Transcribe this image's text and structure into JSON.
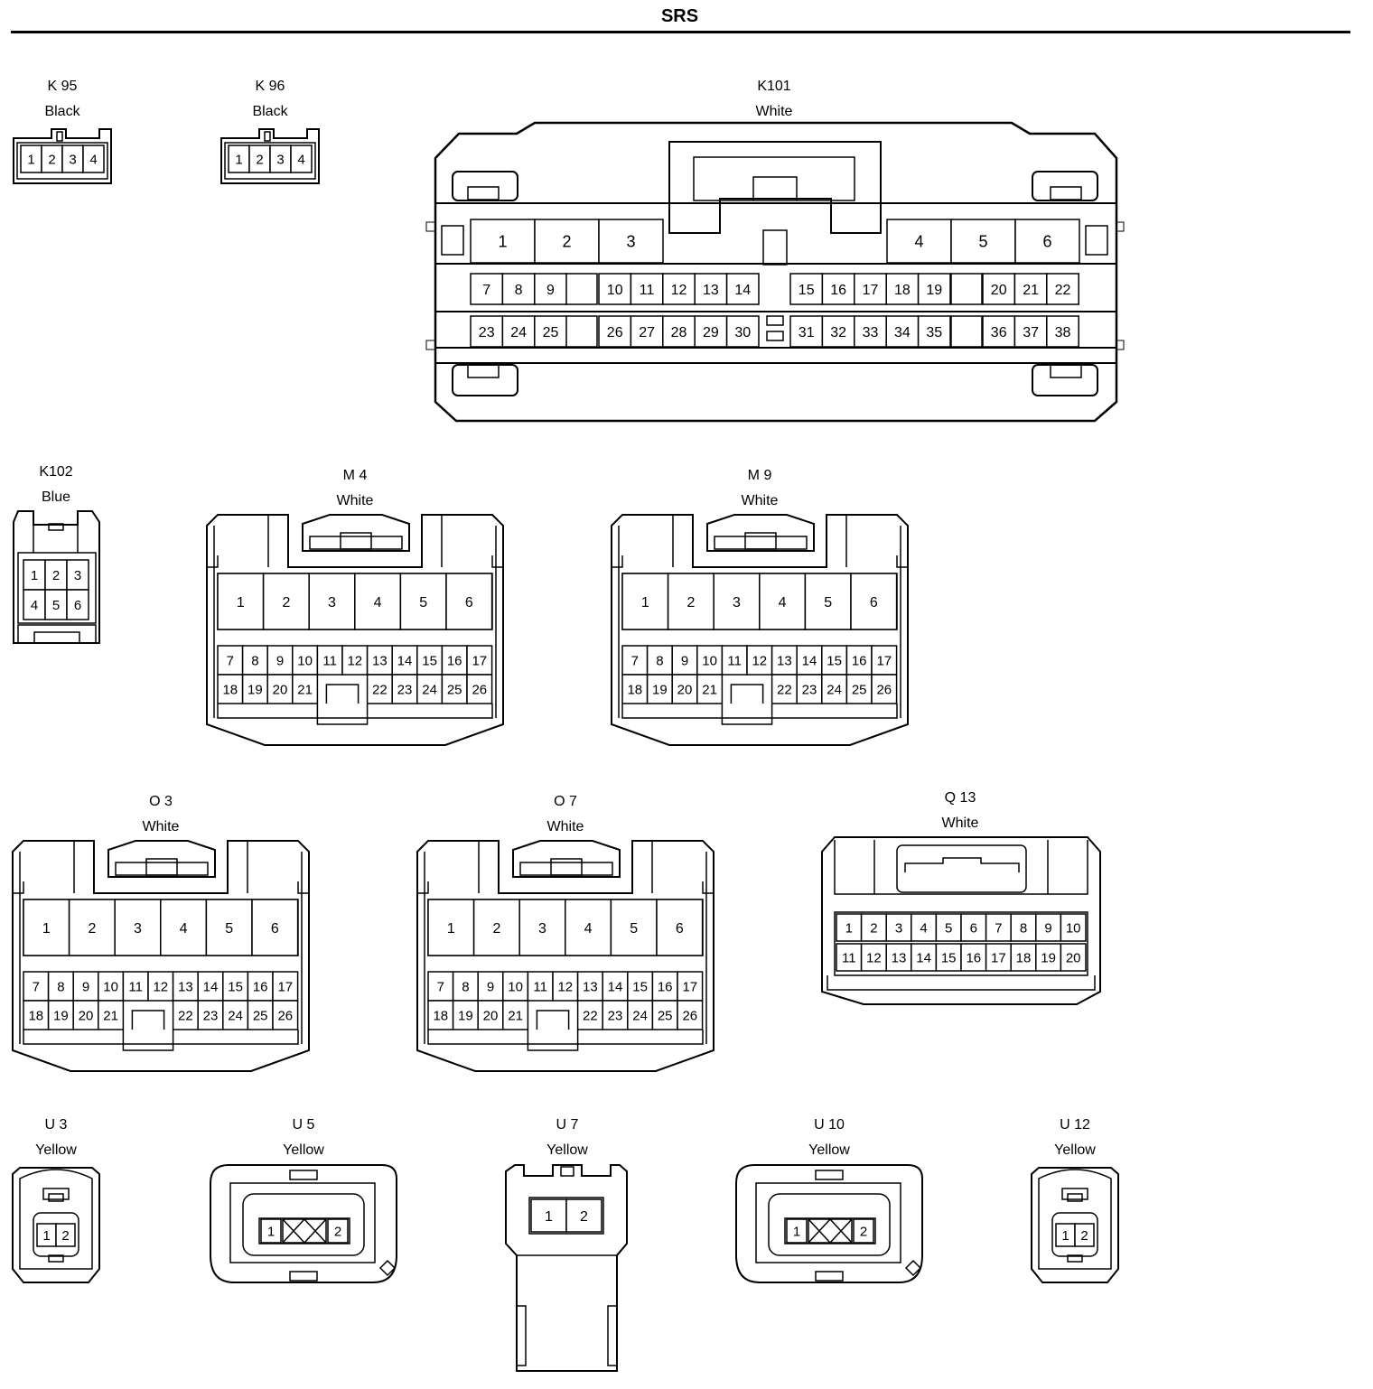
{
  "title": "SRS",
  "connectors": [
    {
      "id": "K 95",
      "color": "Black",
      "pins": [
        "1",
        "2",
        "3",
        "4"
      ]
    },
    {
      "id": "K 96",
      "color": "Black",
      "pins": [
        "1",
        "2",
        "3",
        "4"
      ]
    },
    {
      "id": "K101",
      "color": "White",
      "pins": [
        "1",
        "2",
        "3",
        "4",
        "5",
        "6",
        "7",
        "8",
        "9",
        "10",
        "11",
        "12",
        "13",
        "14",
        "15",
        "16",
        "17",
        "18",
        "19",
        "20",
        "21",
        "22",
        "23",
        "24",
        "25",
        "26",
        "27",
        "28",
        "29",
        "30",
        "31",
        "32",
        "33",
        "34",
        "35",
        "36",
        "37",
        "38"
      ]
    },
    {
      "id": "K102",
      "color": "Blue",
      "pins": [
        "1",
        "2",
        "3",
        "4",
        "5",
        "6"
      ]
    },
    {
      "id": "M 4",
      "color": "White",
      "pins": [
        "1",
        "2",
        "3",
        "4",
        "5",
        "6",
        "7",
        "8",
        "9",
        "10",
        "11",
        "12",
        "13",
        "14",
        "15",
        "16",
        "17",
        "18",
        "19",
        "20",
        "21",
        "22",
        "23",
        "24",
        "25",
        "26"
      ]
    },
    {
      "id": "M 9",
      "color": "White",
      "pins": [
        "1",
        "2",
        "3",
        "4",
        "5",
        "6",
        "7",
        "8",
        "9",
        "10",
        "11",
        "12",
        "13",
        "14",
        "15",
        "16",
        "17",
        "18",
        "19",
        "20",
        "21",
        "22",
        "23",
        "24",
        "25",
        "26"
      ]
    },
    {
      "id": "O 3",
      "color": "White",
      "pins": [
        "1",
        "2",
        "3",
        "4",
        "5",
        "6",
        "7",
        "8",
        "9",
        "10",
        "11",
        "12",
        "13",
        "14",
        "15",
        "16",
        "17",
        "18",
        "19",
        "20",
        "21",
        "22",
        "23",
        "24",
        "25",
        "26"
      ]
    },
    {
      "id": "O 7",
      "color": "White",
      "pins": [
        "1",
        "2",
        "3",
        "4",
        "5",
        "6",
        "7",
        "8",
        "9",
        "10",
        "11",
        "12",
        "13",
        "14",
        "15",
        "16",
        "17",
        "18",
        "19",
        "20",
        "21",
        "22",
        "23",
        "24",
        "25",
        "26"
      ]
    },
    {
      "id": "Q 13",
      "color": "White",
      "pins": [
        "1",
        "2",
        "3",
        "4",
        "5",
        "6",
        "7",
        "8",
        "9",
        "10",
        "11",
        "12",
        "13",
        "14",
        "15",
        "16",
        "17",
        "18",
        "19",
        "20"
      ]
    },
    {
      "id": "U 3",
      "color": "Yellow",
      "pins": [
        "1",
        "2"
      ]
    },
    {
      "id": "U 5",
      "color": "Yellow",
      "pins": [
        "1",
        "2"
      ]
    },
    {
      "id": "U 7",
      "color": "Yellow",
      "pins": [
        "1",
        "2"
      ]
    },
    {
      "id": "U 10",
      "color": "Yellow",
      "pins": [
        "1",
        "2"
      ]
    },
    {
      "id": "U 12",
      "color": "Yellow",
      "pins": [
        "1",
        "2"
      ]
    }
  ]
}
